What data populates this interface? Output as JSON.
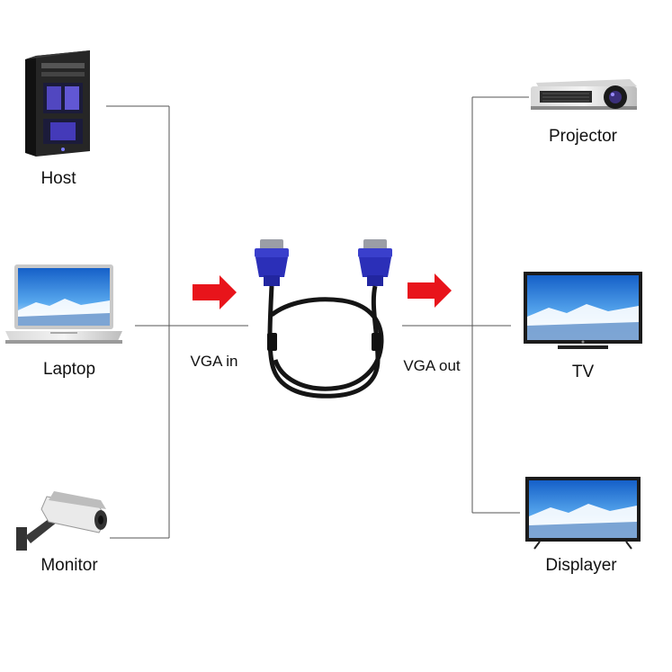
{
  "sources": {
    "host": {
      "label": "Host",
      "icon": "pc-tower-icon"
    },
    "laptop": {
      "label": "Laptop",
      "icon": "laptop-icon"
    },
    "monitor": {
      "label": "Monitor",
      "icon": "security-camera-icon"
    }
  },
  "targets": {
    "projector": {
      "label": "Projector",
      "icon": "projector-icon"
    },
    "tv": {
      "label": "TV",
      "icon": "tv-icon"
    },
    "displayer": {
      "label": "Displayer",
      "icon": "display-icon"
    }
  },
  "connection": {
    "in_label": "VGA in",
    "out_label": "VGA out",
    "cable_icon": "vga-cable-icon"
  },
  "colors": {
    "line": "#555555",
    "arrow": "#e8141b",
    "connector": "#2b2fb8",
    "cable": "#151515",
    "screen_sky": "#2a7fd6",
    "device_dark": "#2a2a2a"
  }
}
